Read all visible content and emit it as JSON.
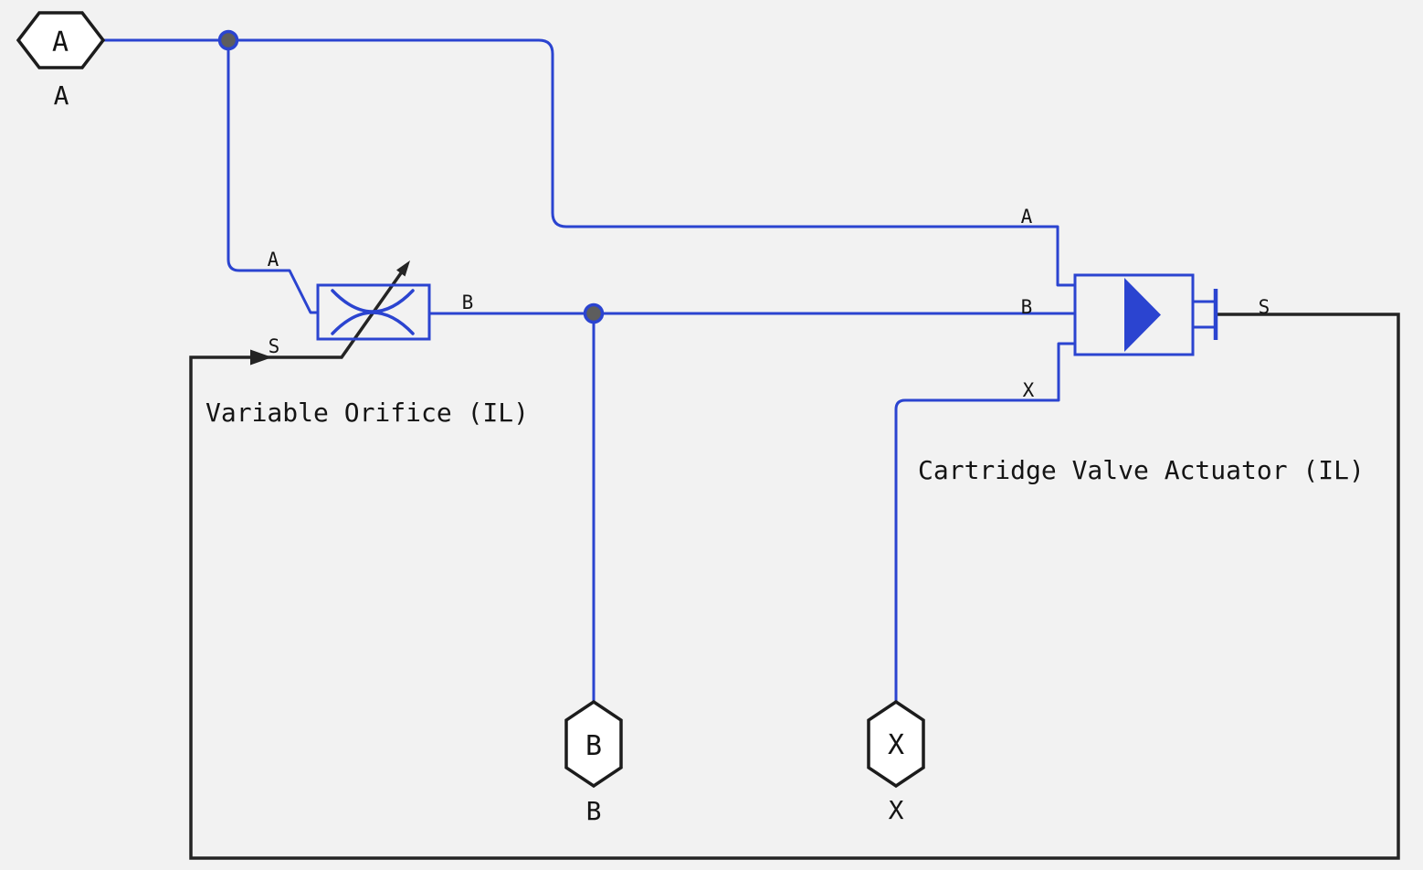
{
  "diagram": {
    "colors": {
      "bg": "#f2f2f2",
      "blue": "#2b44d0",
      "black": "#242424",
      "junction": "#5d5d5d",
      "portfill": "#ffffff"
    },
    "blocks": {
      "orifice": {
        "title": "Variable Orifice (IL)",
        "port_a": "A",
        "port_b": "B",
        "port_s": "S"
      },
      "valve": {
        "title": "Cartridge Valve Actuator (IL)",
        "port_a": "A",
        "port_b": "B",
        "port_x": "X",
        "port_s": "S"
      }
    },
    "io_ports": {
      "a": {
        "symbol": "A",
        "caption": "A"
      },
      "b": {
        "symbol": "B",
        "caption": "B"
      },
      "x": {
        "symbol": "X",
        "caption": "X"
      }
    }
  }
}
